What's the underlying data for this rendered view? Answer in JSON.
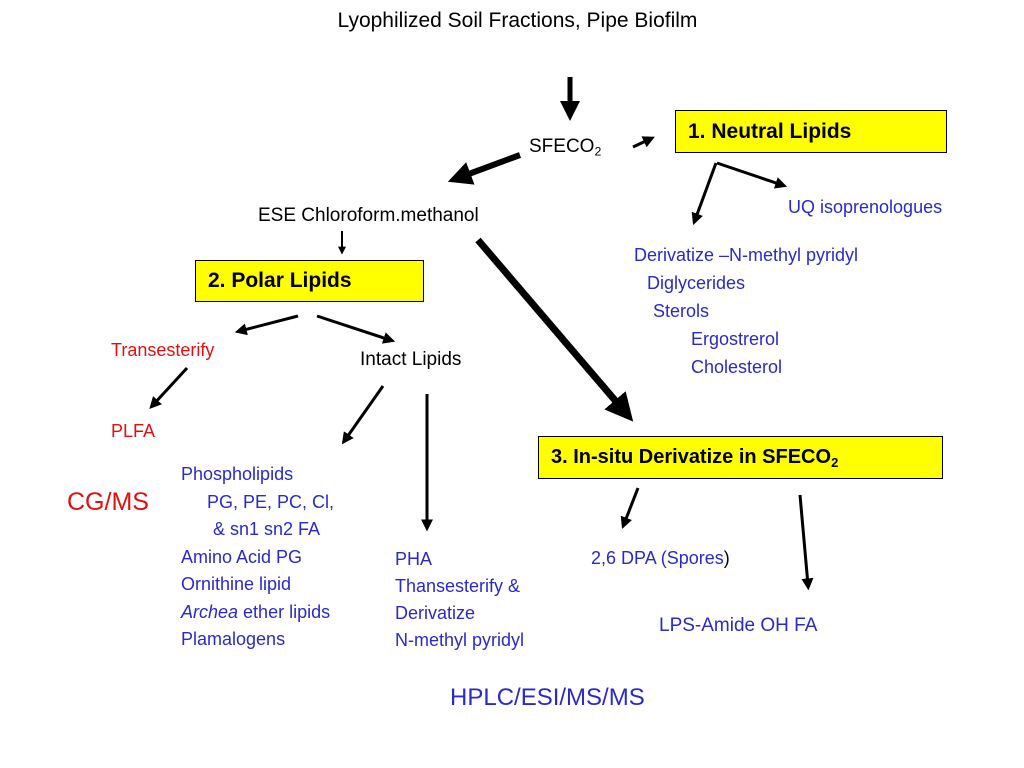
{
  "title": "Lyophilized Soil Fractions, Pipe Biofilm",
  "sfeco": {
    "main": "SFECO",
    "sub": "2"
  },
  "neutral_box": "1.  Neutral Lipids",
  "uq": "UQ isoprenologues",
  "neutral_list": [
    "Derivatize –N-methyl pyridyl",
    "Diglycerides",
    "Sterols",
    "Ergostrerol",
    "Cholesterol"
  ],
  "ese": "ESE Chloroform.methanol",
  "polar_box": "2. Polar Lipids",
  "transesterify": "Transesterify",
  "intact": "Intact Lipids",
  "plfa": "PLFA",
  "cgms": "CG/MS",
  "phospho": {
    "line1": "Phospholipids",
    "line2": "PG, PE, PC, Cl,",
    "line3": "& sn1 sn2 FA",
    "line4": "Amino Acid PG",
    "line5": "Ornithine lipid",
    "archea_italic": "Archea",
    "archea_rest": " ether lipids",
    "line7": "Plamalogens"
  },
  "pha": [
    "PHA",
    "Thansesterify &",
    "Derivatize",
    "N-methyl pyridyl"
  ],
  "insitu": {
    "main": "3. In-situ Derivatize in SFECO",
    "sub": "2"
  },
  "dpa": {
    "blue": "2,6 DPA (Spores",
    "black": ")"
  },
  "lps": "LPS-Amide OH FA",
  "hplc": "HPLC/ESI/MS/MS"
}
